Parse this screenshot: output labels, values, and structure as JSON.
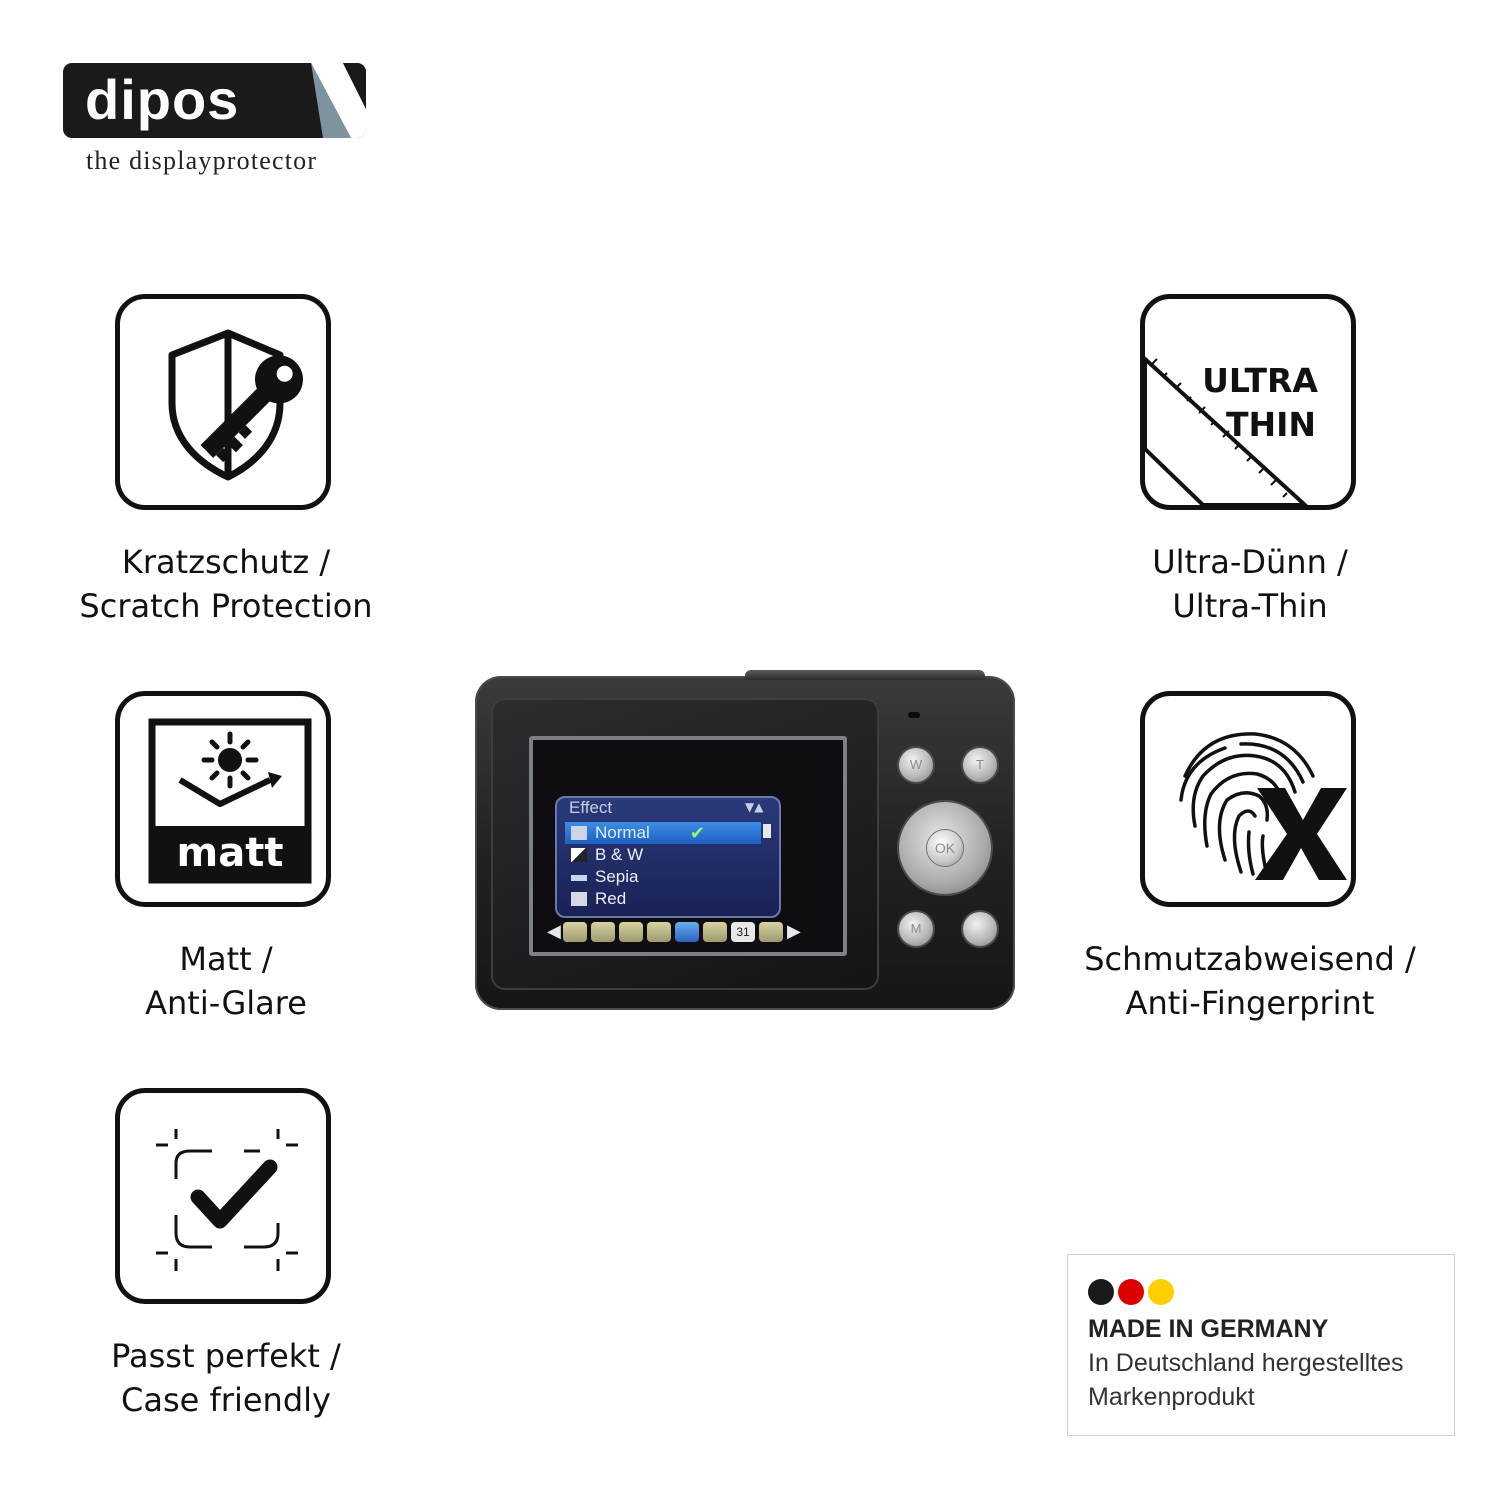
{
  "logo": {
    "wordmark": "dipos",
    "tagline": "the displayprotector"
  },
  "features": [
    {
      "id": "scratch",
      "icon": "shield-key-icon",
      "line1": "Kratzschutz /",
      "line2": "Scratch Protection"
    },
    {
      "id": "matt",
      "icon": "matt-sun-icon",
      "icon_text": "matt",
      "line1": "Matt /",
      "line2": "Anti-Glare"
    },
    {
      "id": "fit",
      "icon": "case-check-icon",
      "line1": "Passt perfekt /",
      "line2": "Case friendly"
    },
    {
      "id": "thin",
      "icon": "ultra-thin-ruler-icon",
      "icon_text_1": "ULTRA",
      "icon_text_2": "THIN",
      "line1": "Ultra-Dünn /",
      "line2": "Ultra-Thin"
    },
    {
      "id": "fingerprint",
      "icon": "fingerprint-x-icon",
      "line1": "Schmutzabweisend /",
      "line2": "Anti-Fingerprint"
    }
  ],
  "camera": {
    "menu_title": "Effect",
    "menu_items": [
      "Normal",
      "B & W",
      "Sepia",
      "Red"
    ],
    "selected_item": "Normal",
    "bar_label": "31",
    "buttons": {
      "w": "W",
      "t": "T",
      "ok": "OK",
      "m": "M"
    }
  },
  "badge": {
    "title": "MADE IN GERMANY",
    "line1": "In Deutschland hergestelltes",
    "line2": "Markenprodukt",
    "flag_colors": [
      "#1a1a1a",
      "#dd0000",
      "#ffce00"
    ]
  }
}
